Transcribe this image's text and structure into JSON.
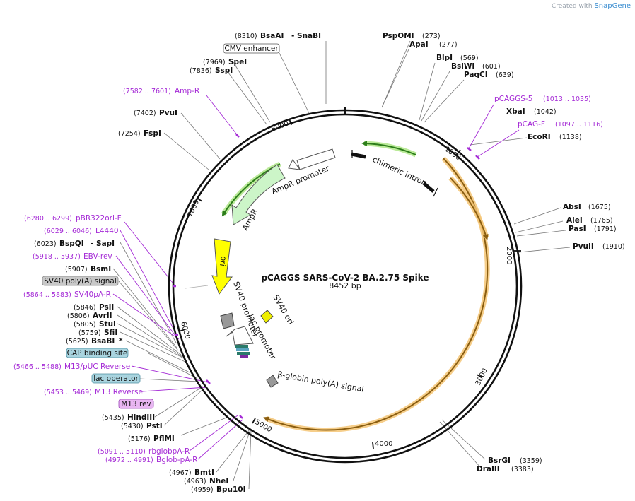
{
  "credit": {
    "prefix": "Created with",
    "brand": "SnapGene"
  },
  "plasmid": {
    "name": "pCAGGS SARS-CoV-2 BA.2.75 Spike",
    "size_label": "8452 bp",
    "length": 8452
  },
  "ticks": [
    "1000",
    "2000",
    "3000",
    "4000",
    "5000",
    "6000",
    "7000",
    "8000"
  ],
  "enzymes": [
    {
      "name": "BsaAI",
      "suffix": "- SnaBI",
      "pos": "(8310)"
    },
    {
      "name": "PspOMI",
      "pos": "(273)"
    },
    {
      "name": "ApaI",
      "pos": "(277)"
    },
    {
      "name": "BlpI",
      "pos": "(569)"
    },
    {
      "name": "BsiWI",
      "pos": "(601)"
    },
    {
      "name": "PaqCI",
      "pos": "(639)"
    },
    {
      "name": "XbaI",
      "pos": "(1042)"
    },
    {
      "name": "EcoRI",
      "pos": "(1138)"
    },
    {
      "name": "AbsI",
      "pos": "(1675)"
    },
    {
      "name": "AleI",
      "pos": "(1765)"
    },
    {
      "name": "PasI",
      "pos": "(1791)"
    },
    {
      "name": "PvuII",
      "pos": "(1910)"
    },
    {
      "name": "BsrGI",
      "pos": "(3359)"
    },
    {
      "name": "DraIII",
      "pos": "(3383)"
    },
    {
      "name": "SpeI",
      "pos": "(7969)"
    },
    {
      "name": "SspI",
      "pos": "(7836)"
    },
    {
      "name": "PvuI",
      "pos": "(7402)"
    },
    {
      "name": "FspI",
      "pos": "(7254)"
    },
    {
      "name": "BspQI",
      "suffix": "- SapI",
      "pos": "(6023)"
    },
    {
      "name": "BsmI",
      "pos": "(5907)"
    },
    {
      "name": "PsiI",
      "pos": "(5846)"
    },
    {
      "name": "AvrII",
      "pos": "(5806)"
    },
    {
      "name": "StuI",
      "pos": "(5805)"
    },
    {
      "name": "SfiI",
      "pos": "(5759)"
    },
    {
      "name": "BsaBI",
      "suffix": "*",
      "pos": "(5625)"
    },
    {
      "name": "HindIII",
      "pos": "(5435)"
    },
    {
      "name": "PstI",
      "pos": "(5430)"
    },
    {
      "name": "PflMI",
      "pos": "(5176)"
    },
    {
      "name": "BmtI",
      "pos": "(4967)"
    },
    {
      "name": "NheI",
      "pos": "(4963)"
    },
    {
      "name": "Bpu10I",
      "pos": "(4959)"
    }
  ],
  "primers": [
    {
      "name": "pCAGGS-5",
      "pos": "(1013 .. 1035)"
    },
    {
      "name": "pCAG-F",
      "pos": "(1097 .. 1116)"
    },
    {
      "name": "Amp-R",
      "pos": "(7582 .. 7601)"
    },
    {
      "name": "pBR322ori-F",
      "pos": "(6280 .. 6299)"
    },
    {
      "name": "L4440",
      "pos": "(6029 .. 6046)"
    },
    {
      "name": "EBV-rev",
      "pos": "(5918 .. 5937)"
    },
    {
      "name": "SV40pA-R",
      "pos": "(5864 .. 5883)"
    },
    {
      "name": "M13/pUC Reverse",
      "pos": "(5466 .. 5488)"
    },
    {
      "name": "M13 Reverse",
      "pos": "(5453 .. 5469)"
    },
    {
      "name": "rbglobpA-R",
      "pos": "(5091 .. 5110)"
    },
    {
      "name": "Bglob-pA-R",
      "pos": "(4972 .. 4991)"
    }
  ],
  "boxed_features": [
    {
      "name": "CMV enhancer",
      "fill": "#ffffff",
      "stroke": "#555555"
    },
    {
      "name": "SV40 poly(A) signal",
      "fill": "#c8c8c8",
      "stroke": "#888888"
    },
    {
      "name": "CAP binding site",
      "fill": "#a9d4df",
      "stroke": "#4c8da0"
    },
    {
      "name": "lac operator",
      "fill": "#a9d4df",
      "stroke": "#4c8da0"
    },
    {
      "name": "M13 rev",
      "fill": "#e9b6f2",
      "stroke": "#9a44b8"
    }
  ],
  "features": [
    {
      "name": "chimeric intron",
      "color": "#111111"
    },
    {
      "name": "AmpR promoter",
      "color": "#ffffff"
    },
    {
      "name": "AmpR",
      "color": "#ccf5c8"
    },
    {
      "name": "ori",
      "color": "#ffff00"
    },
    {
      "name": "SV40 promoter",
      "color": "#ffffff"
    },
    {
      "name": "SV40 ori",
      "color": "#eeee00"
    },
    {
      "name": "lac promoter",
      "color": "#ffffff"
    },
    {
      "name": "β-globin poly(A) signal",
      "color": "#999999"
    }
  ],
  "colors": {
    "primer": "#a52bd6",
    "orf": "#8b5e10",
    "orf_glow": "#f5c675",
    "amp": "#2c7d1a",
    "amp_glow": "#b4e88e"
  }
}
